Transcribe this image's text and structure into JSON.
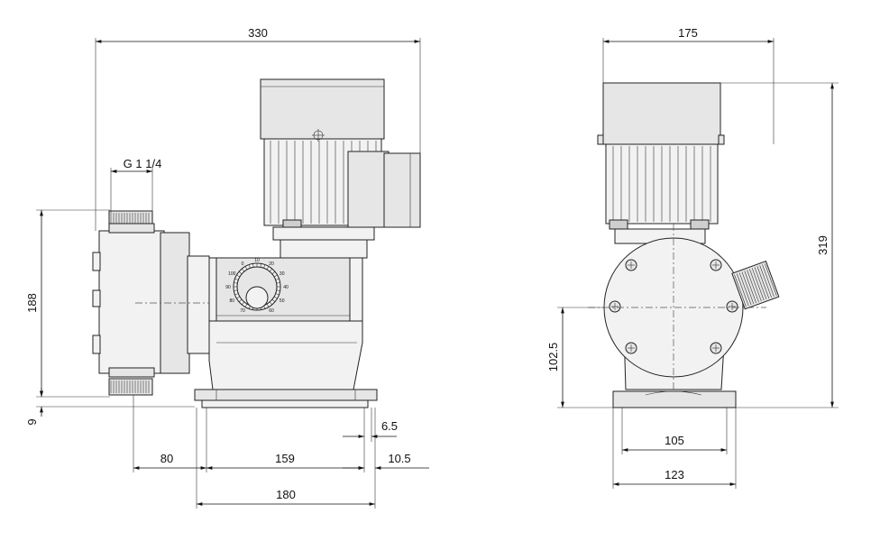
{
  "dimensions": {
    "overall_width": "330",
    "thread": "G 1 1/4",
    "height_left": "188",
    "base_offset": "9",
    "dim_80": "80",
    "dim_159": "159",
    "dim_180": "180",
    "dim_6_5": "6.5",
    "dim_10_5": "10.5",
    "side_width": "175",
    "overall_height": "319",
    "axis_height": "102.5",
    "base_inner": "105",
    "base_outer": "123"
  },
  "dial_scale": [
    "70",
    "80",
    "90",
    "100",
    "0",
    "10",
    "20",
    "30",
    "40",
    "50",
    "60"
  ]
}
